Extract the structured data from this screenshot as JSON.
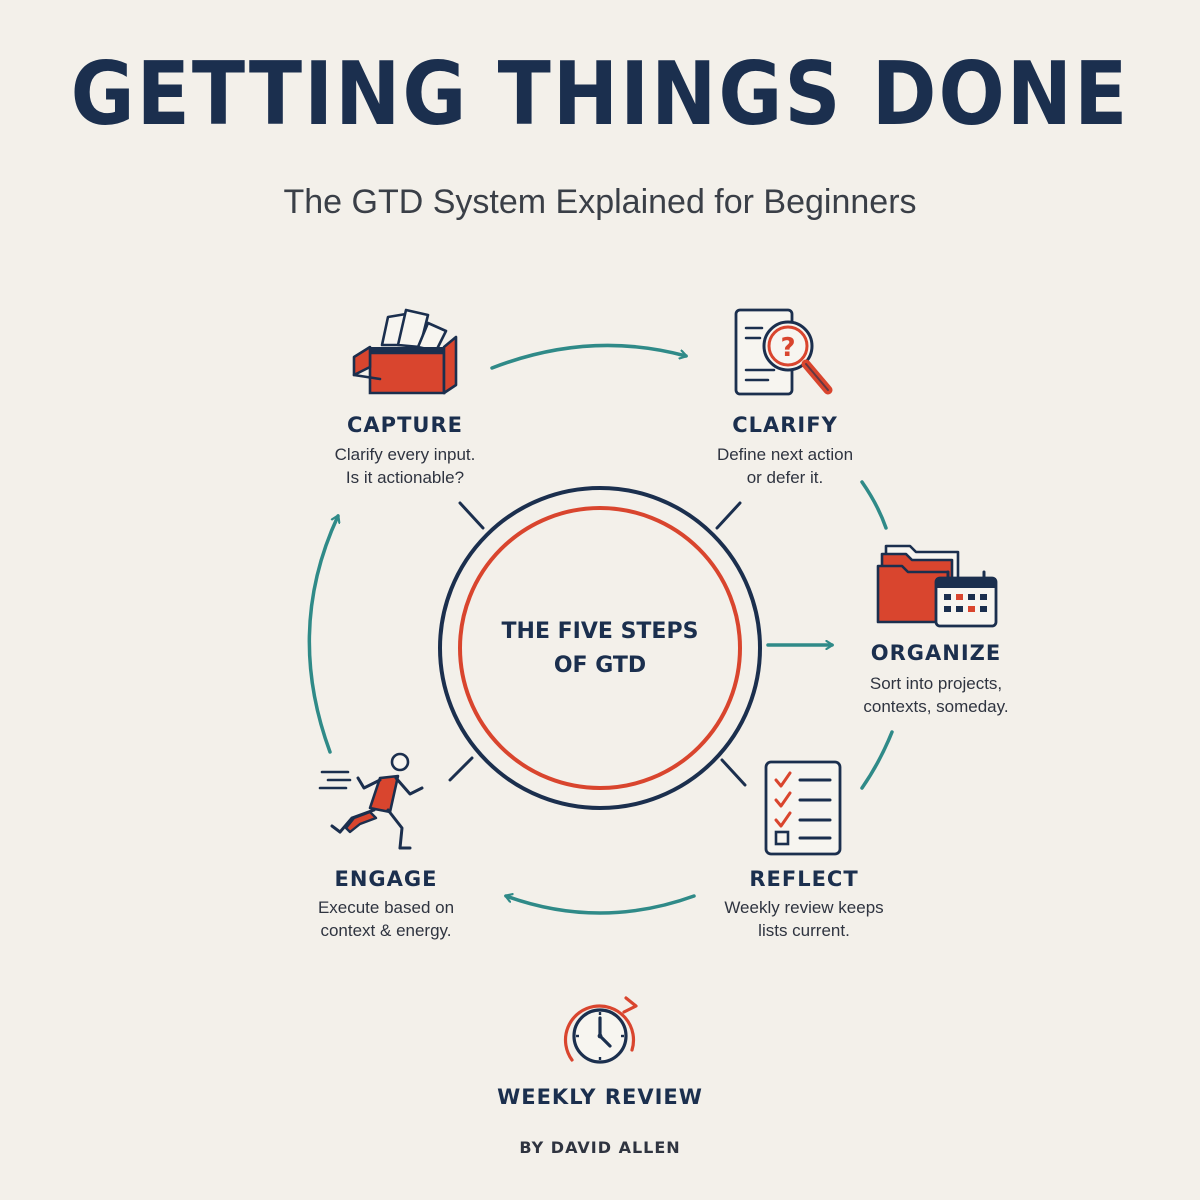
{
  "header": {
    "title": "GETTING THINGS DONE",
    "subtitle": "The GTD System Explained for Beginners"
  },
  "center": {
    "line1": "THE FIVE STEPS",
    "line2": "OF GTD"
  },
  "steps": [
    {
      "name": "CAPTURE",
      "desc_line1": "Clarify every input.",
      "desc_line2": "Is it actionable?",
      "icon": "inbox-tray-icon"
    },
    {
      "name": "CLARIFY",
      "desc_line1": "Define next action",
      "desc_line2": "or defer it.",
      "icon": "magnifier-question-icon"
    },
    {
      "name": "ORGANIZE",
      "desc_line1": "Sort into projects,",
      "desc_line2": "contexts, someday.",
      "icon": "folder-calendar-icon"
    },
    {
      "name": "REFLECT",
      "desc_line1": "Weekly review keeps",
      "desc_line2": "lists current.",
      "icon": "checklist-icon"
    },
    {
      "name": "ENGAGE",
      "desc_line1": "Execute based on",
      "desc_line2": "context & energy.",
      "icon": "running-person-icon"
    }
  ],
  "review": {
    "label": "WEEKLY REVIEW",
    "icon": "clock-refresh-icon"
  },
  "footer": {
    "author": "BY DAVID ALLEN"
  },
  "colors": {
    "navy": "#1b2f4e",
    "red": "#d9452e",
    "teal": "#2f8a88",
    "background": "#f3f0ea"
  }
}
